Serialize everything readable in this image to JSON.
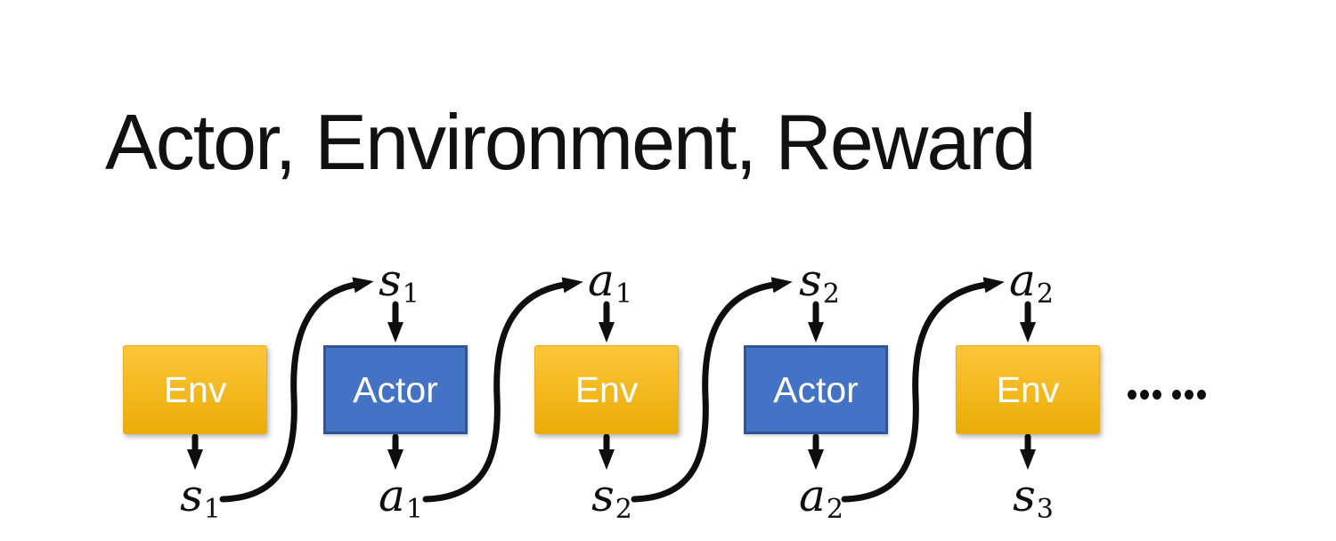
{
  "slide": {
    "title": "Actor, Environment, Reward"
  },
  "diagram": {
    "boxes": [
      {
        "label": "Env",
        "type": "env"
      },
      {
        "label": "Actor",
        "type": "actor"
      },
      {
        "label": "Env",
        "type": "env"
      },
      {
        "label": "Actor",
        "type": "actor"
      },
      {
        "label": "Env",
        "type": "env"
      }
    ],
    "top_labels": [
      {
        "base": "s",
        "sub": "1"
      },
      {
        "base": "a",
        "sub": "1"
      },
      {
        "base": "s",
        "sub": "2"
      },
      {
        "base": "a",
        "sub": "2"
      }
    ],
    "bottom_labels": [
      {
        "base": "s",
        "sub": "1"
      },
      {
        "base": "a",
        "sub": "1"
      },
      {
        "base": "s",
        "sub": "2"
      },
      {
        "base": "a",
        "sub": "2"
      },
      {
        "base": "s",
        "sub": "3"
      }
    ],
    "ellipsis_text": "……",
    "ellipsis_dot_count": 6,
    "colors": {
      "env_top": "#FDC63A",
      "env_bottom": "#E9AC07",
      "actor_fill": "#4472C4",
      "actor_border": "#2F5597",
      "arrow": "#0E0E0E"
    }
  }
}
